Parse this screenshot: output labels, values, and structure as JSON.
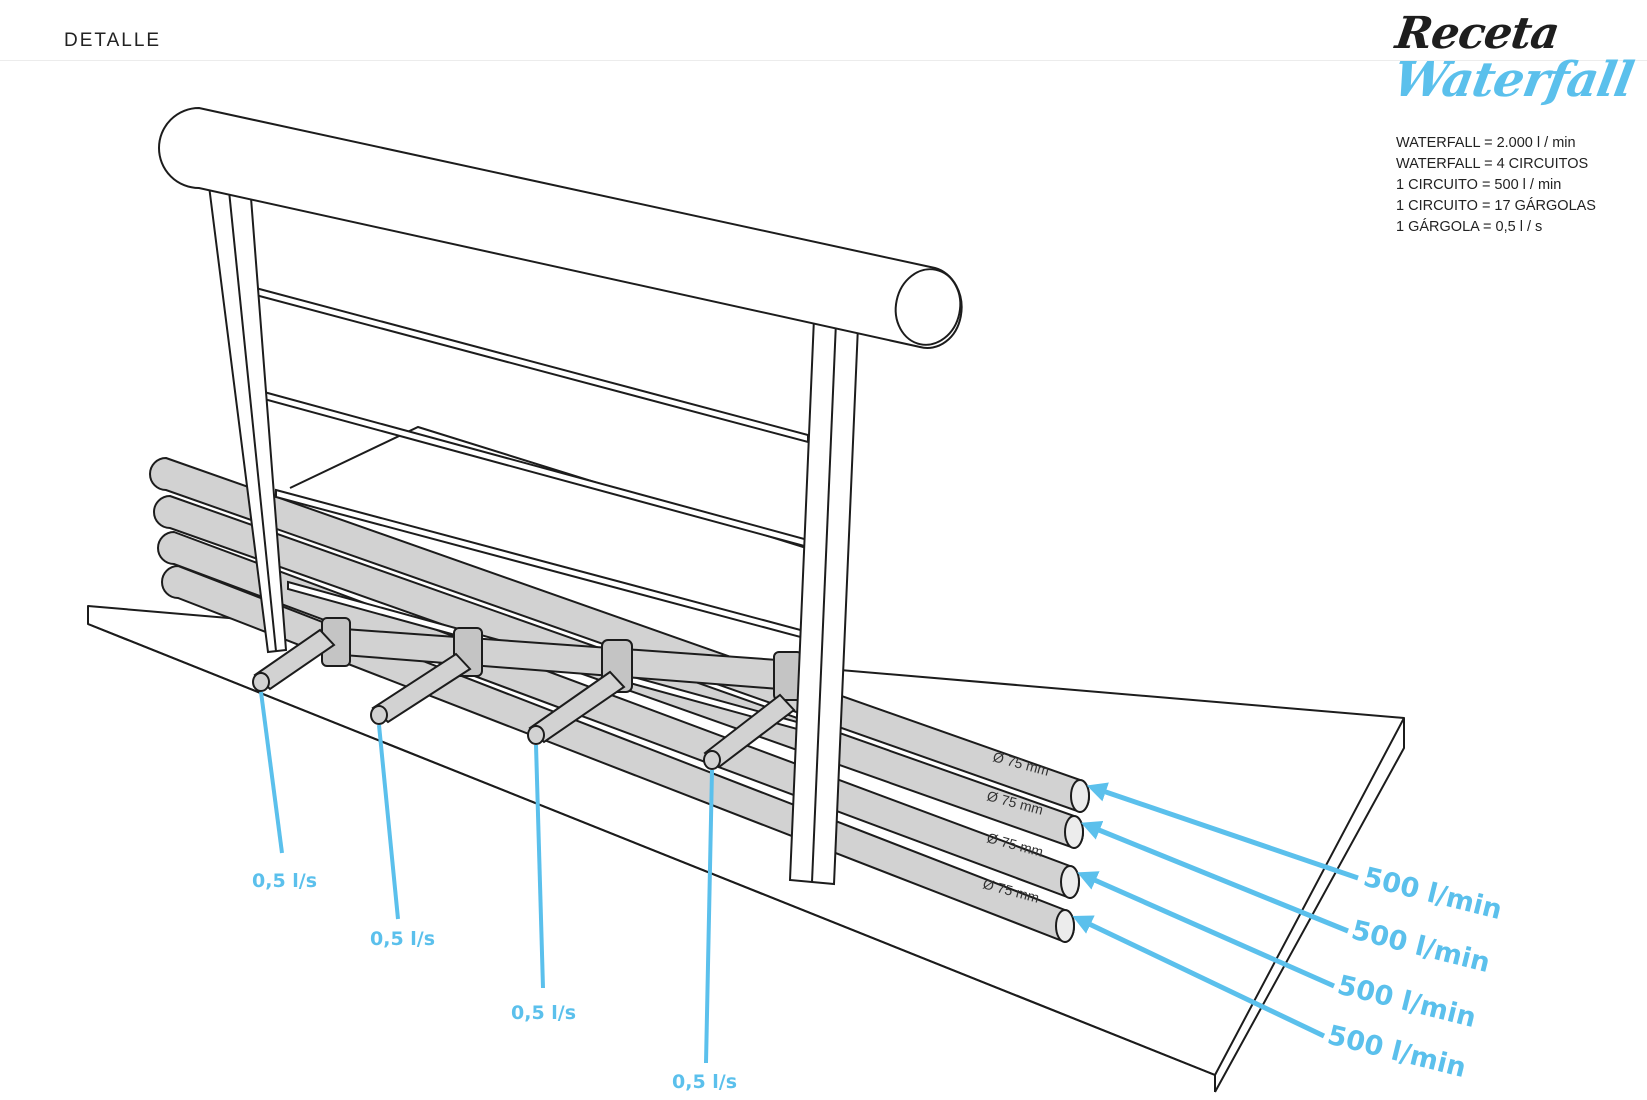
{
  "header": {
    "title": "DETALLE"
  },
  "brand": {
    "line1": "Receta",
    "line2": "Waterfall"
  },
  "specs": [
    "WATERFALL = 2.000 l / min",
    "WATERFALL = 4 CIRCUITOS",
    "1 CIRCUITO = 500 l / min",
    "1 CIRCUITO = 17 GÁRGOLAS",
    "1 GÁRGOLA = 0,5 l / s"
  ],
  "gargoyle_flows": [
    "0,5 l/s",
    "0,5 l/s",
    "0,5 l/s",
    "0,5 l/s"
  ],
  "circuit_flows": [
    "500 l/min",
    "500 l/min",
    "500 l/min",
    "500 l/min"
  ],
  "pipe_diameters": [
    "Ø 75 mm",
    "Ø 75 mm",
    "Ø 75 mm",
    "Ø 75 mm"
  ],
  "colors": {
    "accent": "#5bc0ec",
    "line": "#1c1c1c",
    "pipe": "#d2d2d2",
    "text": "#222222"
  }
}
